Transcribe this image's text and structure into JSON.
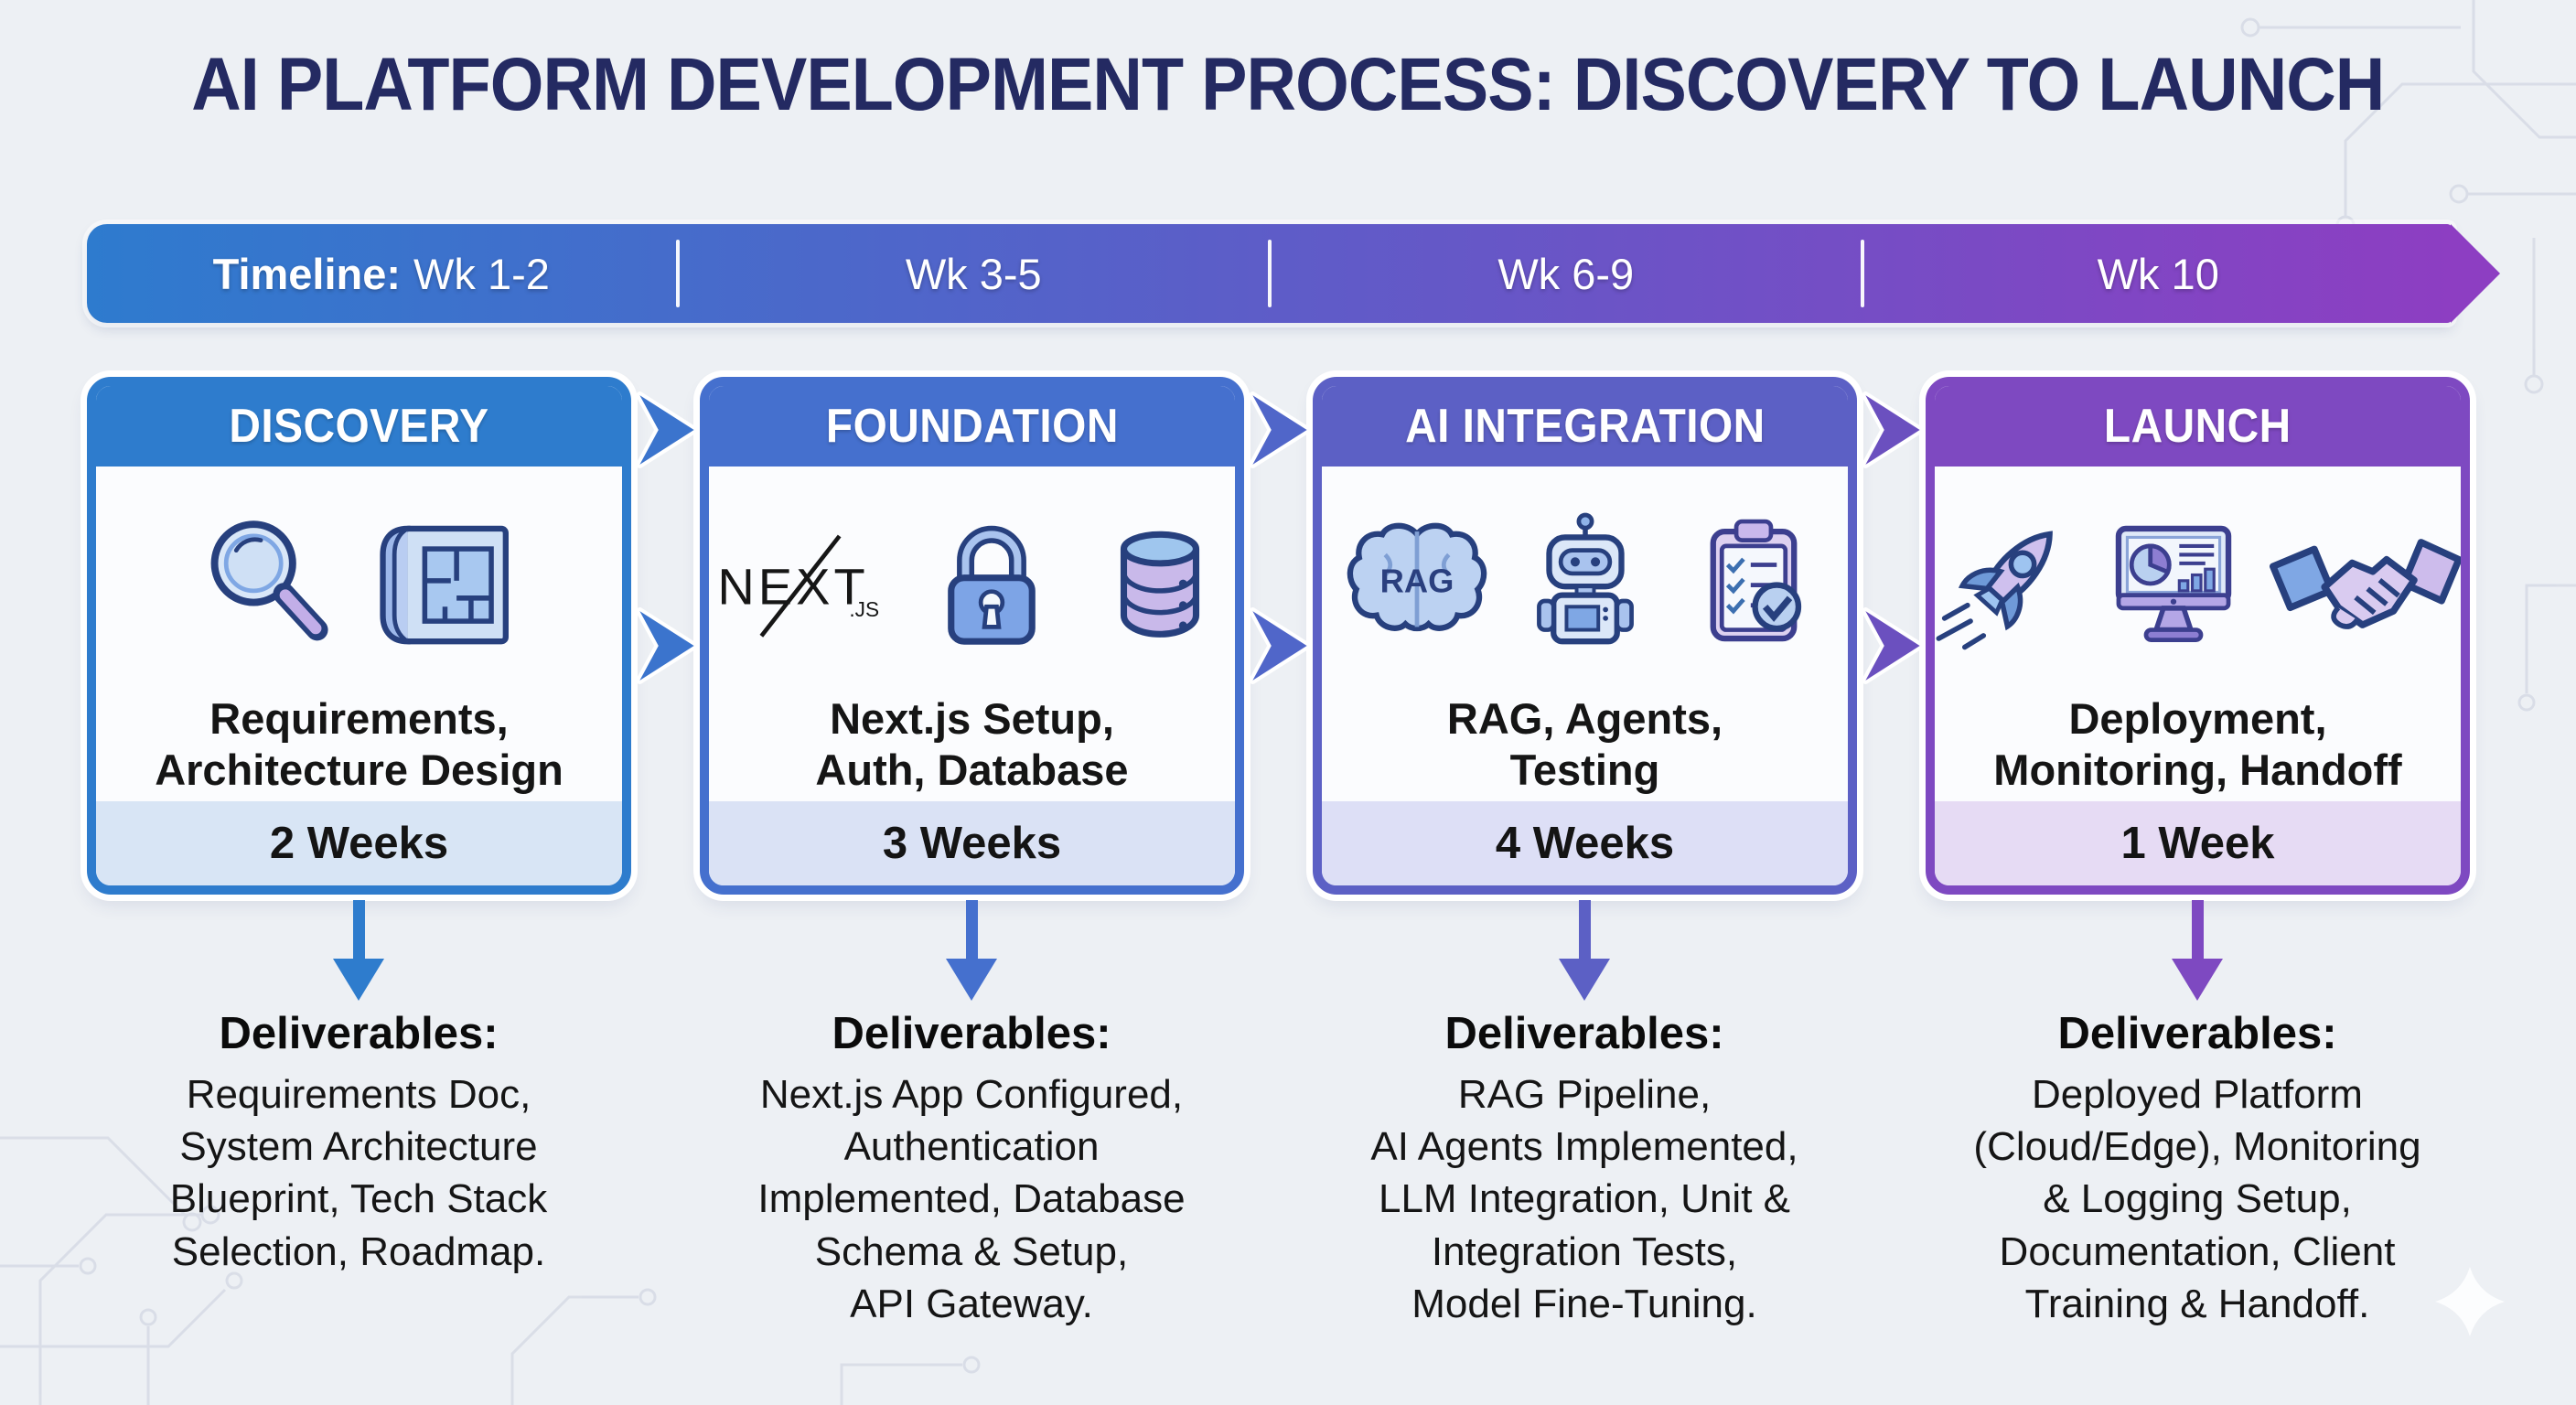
{
  "title": "AI PLATFORM DEVELOPMENT PROCESS: DISCOVERY TO LAUNCH",
  "timeline": {
    "prefix": "Timeline:",
    "segments": [
      "Wk 1-2",
      "Wk 3-5",
      "Wk 6-9",
      "Wk 10"
    ],
    "gradient_start": "#2e7bce",
    "gradient_end": "#8d3ec2"
  },
  "connectors": {
    "colors": [
      "#3b74cd",
      "#5066c9",
      "#6b50bf"
    ]
  },
  "stages": [
    {
      "name": "DISCOVERY",
      "accent": "#2e7ccd",
      "footer_bg": "#d8e5f5",
      "icons": [
        "magnifier-icon",
        "blueprint-icon"
      ],
      "description": "Requirements,\nArchitecture Design",
      "duration": "2 Weeks",
      "deliverables_heading": "Deliverables:",
      "deliverables": "Requirements Doc,\nSystem Architecture\nBlueprint, Tech Stack\nSelection, Roadmap."
    },
    {
      "name": "FOUNDATION",
      "accent": "#4570ce",
      "footer_bg": "#dae2f5",
      "icons": [
        "nextjs-logo",
        "padlock-icon",
        "database-icon"
      ],
      "description": "Next.js Setup,\nAuth, Database",
      "duration": "3 Weeks",
      "deliverables_heading": "Deliverables:",
      "deliverables": "Next.js App Configured,\nAuthentication\nImplemented, Database\nSchema & Setup,\nAPI Gateway."
    },
    {
      "name": "AI INTEGRATION",
      "accent": "#5c60c5",
      "footer_bg": "#dddff6",
      "icons": [
        "rag-brain-icon",
        "robot-icon",
        "checklist-icon"
      ],
      "description": "RAG, Agents,\nTesting",
      "duration": "4 Weeks",
      "deliverables_heading": "Deliverables:",
      "deliverables": "RAG Pipeline,\nAI Agents Implemented,\nLLM Integration, Unit &\nIntegration Tests,\nModel Fine-Tuning."
    },
    {
      "name": "LAUNCH",
      "accent": "#7e49c1",
      "footer_bg": "#e6dbf4",
      "icons": [
        "rocket-icon",
        "monitor-chart-icon",
        "handshake-icon"
      ],
      "description": "Deployment,\nMonitoring, Handoff",
      "duration": "1 Week",
      "deliverables_heading": "Deliverables:",
      "deliverables": "Deployed Platform\n(Cloud/Edge), Monitoring\n& Logging Setup,\nDocumentation, Client\nTraining & Handoff."
    }
  ]
}
